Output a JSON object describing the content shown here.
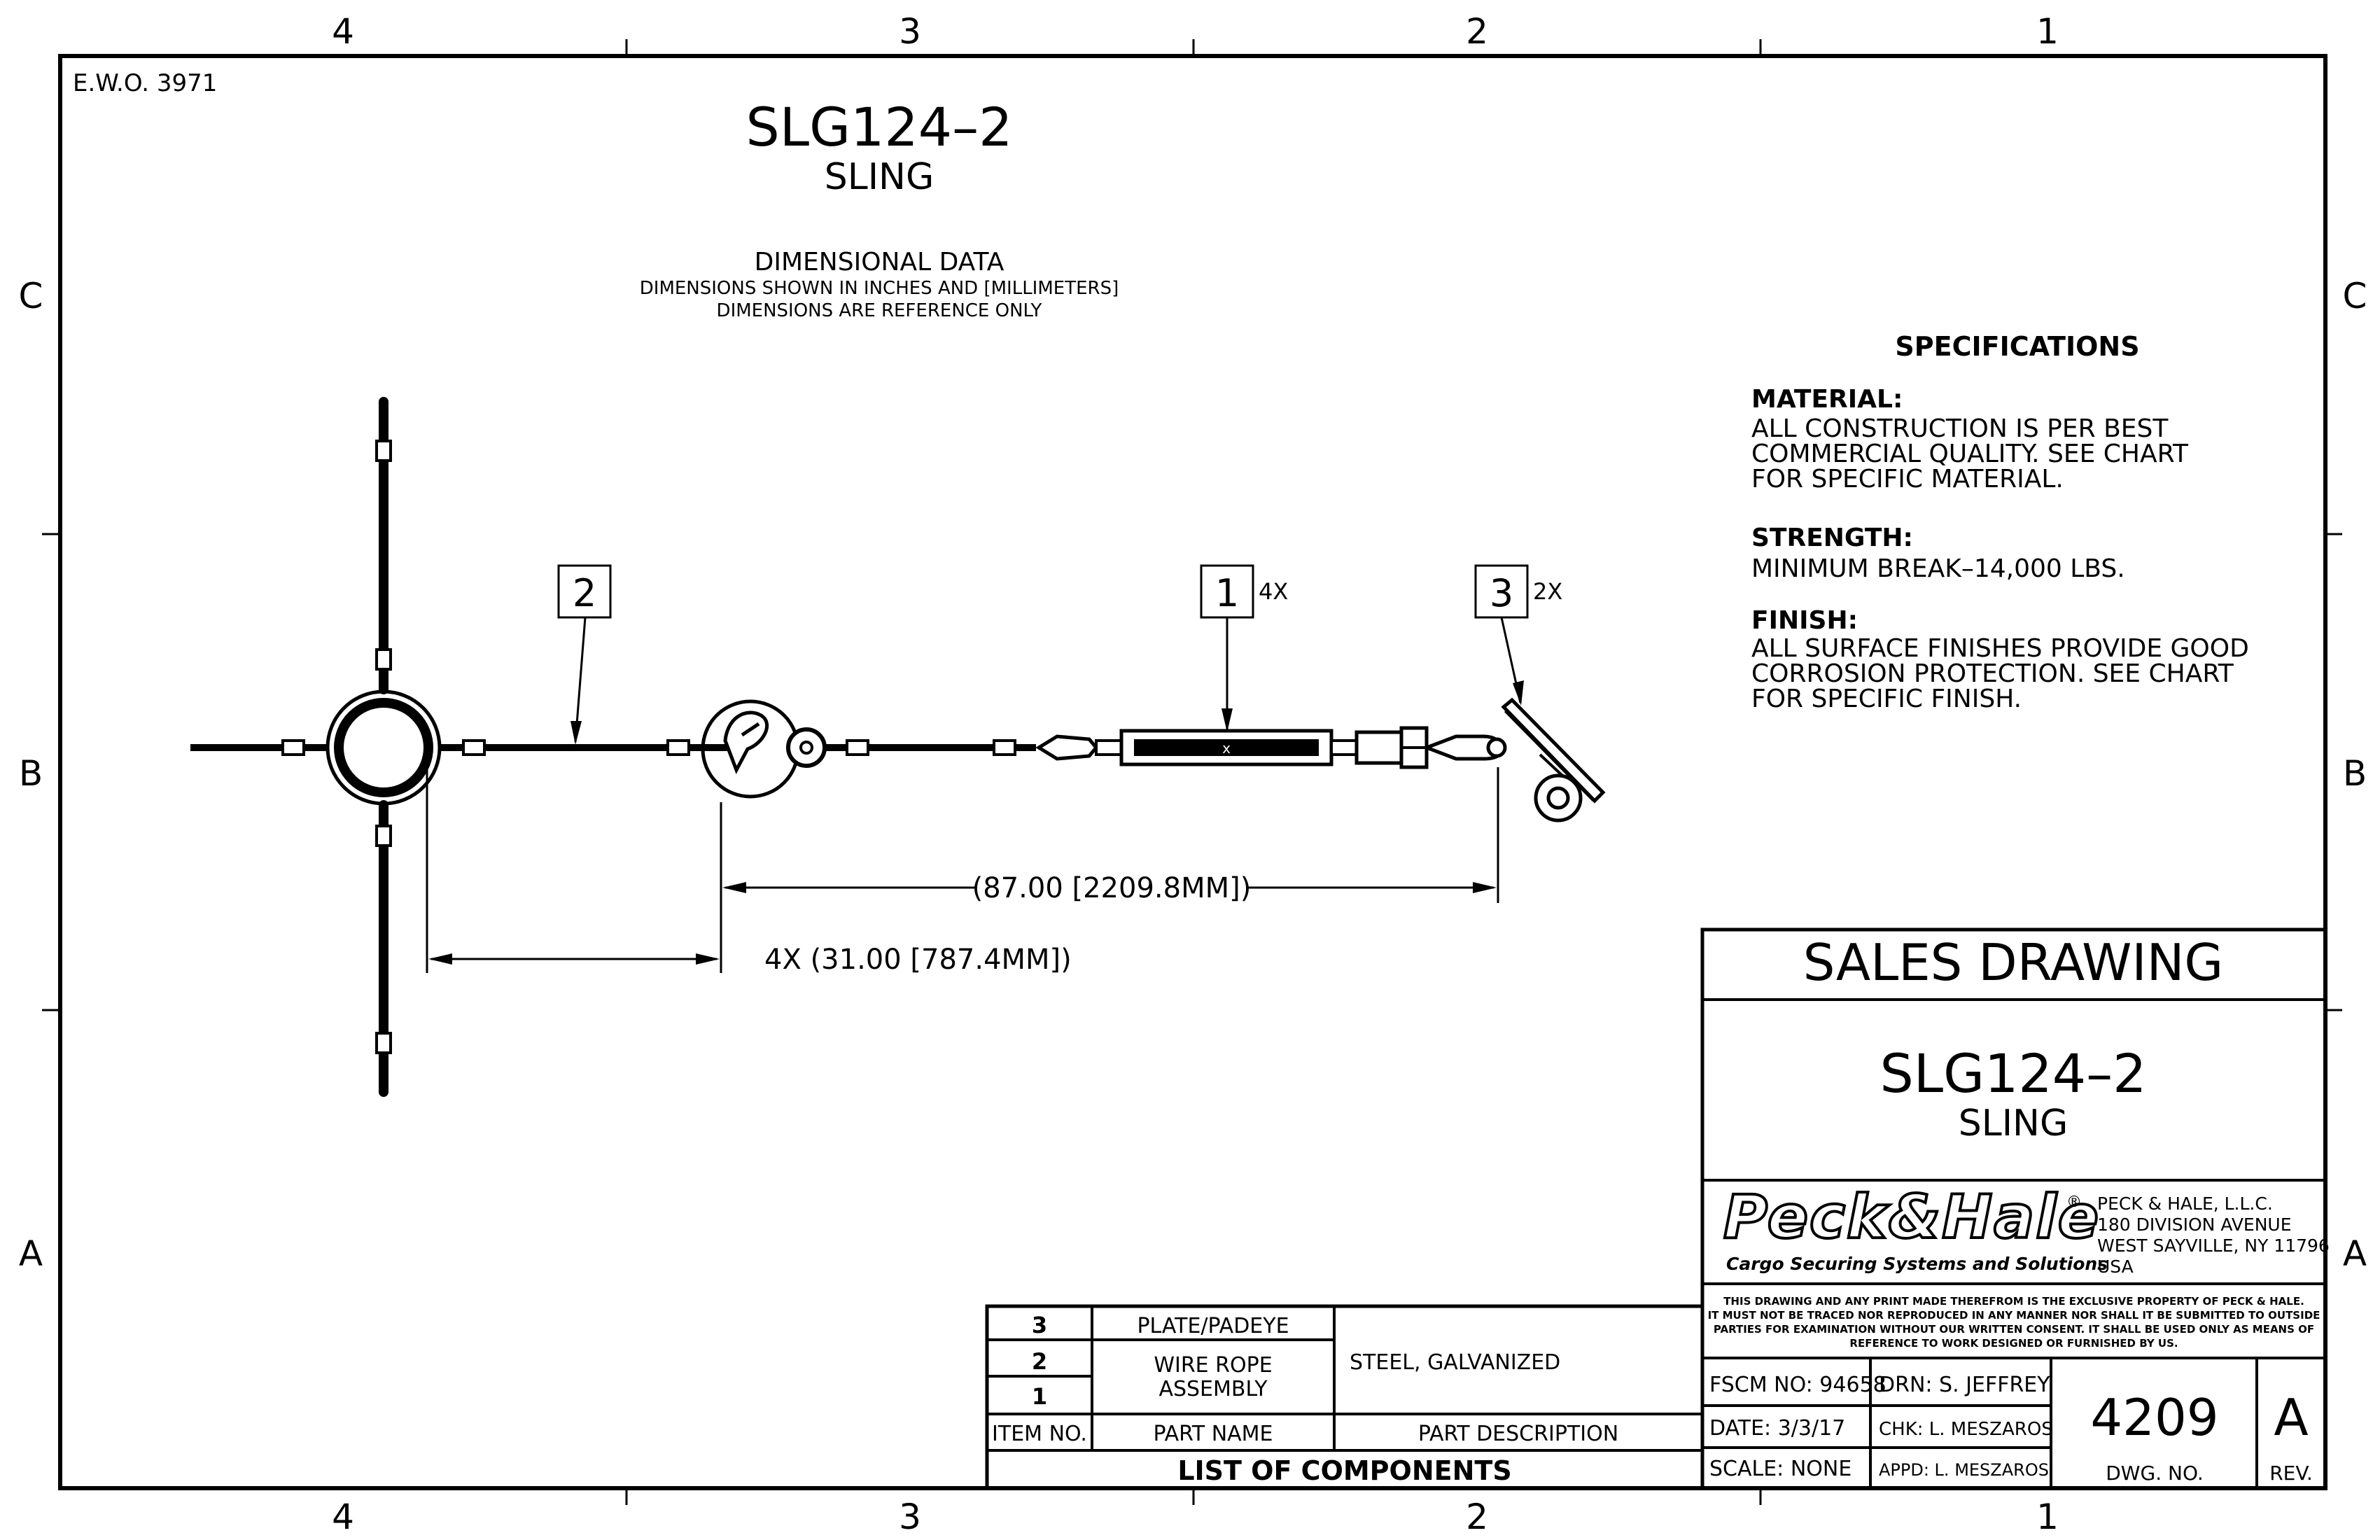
{
  "zone_labels": {
    "columns_top": [
      "4",
      "3",
      "2",
      "1"
    ],
    "columns_bottom": [
      "4",
      "3",
      "2",
      "1"
    ],
    "rows_left": [
      "C",
      "B",
      "A"
    ],
    "rows_right": [
      "C",
      "B",
      "A"
    ]
  },
  "ewo": "E.W.O.  3971",
  "header": {
    "part_number": "SLG124–2",
    "part_type": "SLING",
    "dim_title": "DIMENSIONAL DATA",
    "dim_line1": "DIMENSIONS SHOWN IN INCHES AND [MILLIMETERS]",
    "dim_line2": "DIMENSIONS ARE REFERENCE ONLY"
  },
  "callouts": [
    {
      "item": "2",
      "qty": ""
    },
    {
      "item": "1",
      "qty": "4X"
    },
    {
      "item": "3",
      "qty": "2X"
    }
  ],
  "dimensions": {
    "overall": "(87.00 [2209.8MM])",
    "leg": "4X (31.00 [787.4MM])"
  },
  "specifications": {
    "title": "SPECIFICATIONS",
    "material_heading": "MATERIAL:",
    "material_lines": [
      "ALL CONSTRUCTION IS PER BEST",
      "COMMERCIAL QUALITY. SEE CHART",
      "FOR SPECIFIC MATERIAL."
    ],
    "strength_heading": "STRENGTH:",
    "strength_lines": [
      "MINIMUM BREAK–14,000 LBS."
    ],
    "finish_heading": "FINISH:",
    "finish_lines": [
      "ALL SURFACE FINISHES PROVIDE GOOD",
      "CORROSION PROTECTION. SEE CHART",
      "FOR SPECIFIC FINISH."
    ]
  },
  "title_block": {
    "sales_drawing": "SALES DRAWING",
    "part_number": "SLG124–2",
    "part_type": "SLING",
    "logo_text": "Peck&Hale",
    "logo_tagline": "Cargo Securing Systems and Solutions",
    "company_lines": [
      "PECK & HALE, L.L.C.",
      "180 DIVISION AVENUE",
      "WEST SAYVILLE, NY 11796",
      "USA"
    ],
    "legal_lines": [
      "THIS DRAWING AND ANY PRINT MADE THEREFROM IS THE EXCLUSIVE PROPERTY OF PECK & HALE.",
      "IT MUST NOT BE TRACED NOR REPRODUCED IN ANY MANNER NOR SHALL IT BE SUBMITTED TO OUTSIDE",
      "PARTIES FOR EXAMINATION WITHOUT OUR WRITTEN CONSENT.  IT SHALL BE USED ONLY AS MEANS OF",
      "REFERENCE TO WORK DESIGNED OR FURNISHED BY US."
    ],
    "fscm": "FSCM NO: 94658",
    "drn": "DRN: S. JEFFREY",
    "date": "DATE: 3/3/17",
    "chk": "CHK: L. MESZAROS",
    "scale": "SCALE:  NONE",
    "appd": "APPD: L. MESZAROS",
    "dwg_no": "4209",
    "dwg_no_label": "DWG. NO.",
    "rev": "A",
    "rev_label": "REV."
  },
  "components": {
    "rows": [
      {
        "item": "3",
        "part_name": "PLATE/PADEYE"
      },
      {
        "item": "2",
        "part_name": "WIRE ROPE"
      },
      {
        "item": "1",
        "part_name": "ASSEMBLY"
      }
    ],
    "description": "STEEL, GALVANIZED",
    "header_item": "ITEM NO.",
    "header_part": "PART NAME",
    "header_desc": "PART DESCRIPTION",
    "footer": "LIST OF COMPONENTS"
  }
}
